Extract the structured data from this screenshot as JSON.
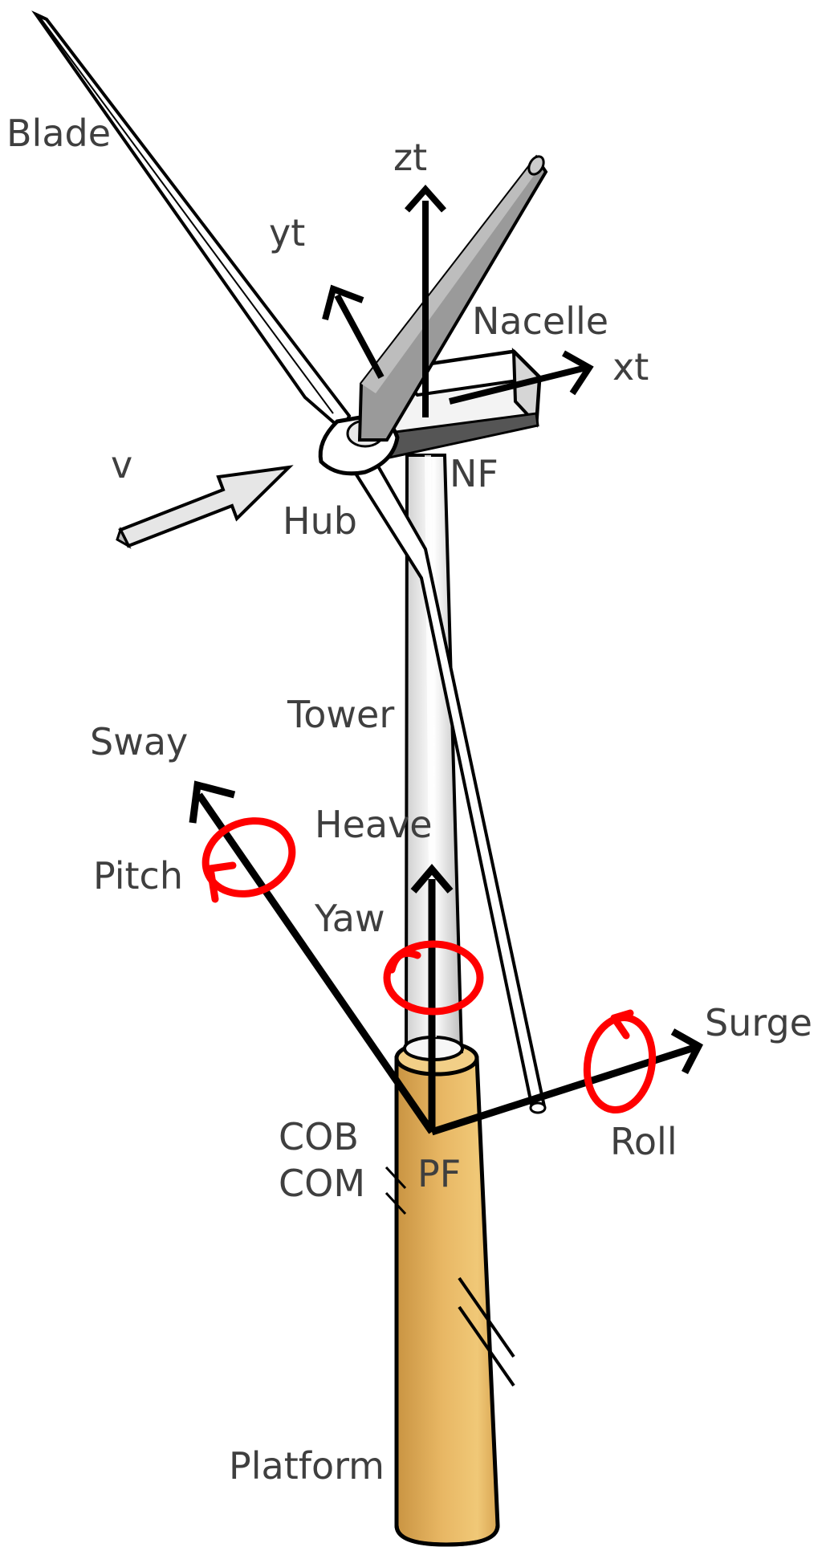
{
  "labels": {
    "blade": "Blade",
    "zt": "zt",
    "yt": "yt",
    "nacelle": "Nacelle",
    "xt": "xt",
    "v": "v",
    "nf": "NF",
    "hub": "Hub",
    "tower": "Tower",
    "sway": "Sway",
    "heave": "Heave",
    "pitch": "Pitch",
    "yaw": "Yaw",
    "surge": "Surge",
    "cob": "COB",
    "com": "COM",
    "pf": "PF",
    "roll": "Roll",
    "platform": "Platform"
  },
  "colors": {
    "axis": "#000000",
    "rotation": "#ff0000",
    "platform": "#e8b764",
    "platform_shade": "#c99442",
    "tower": "#e9e9e9",
    "blade_shadow": "#9a9a9a",
    "label": "#3f3f3f"
  }
}
